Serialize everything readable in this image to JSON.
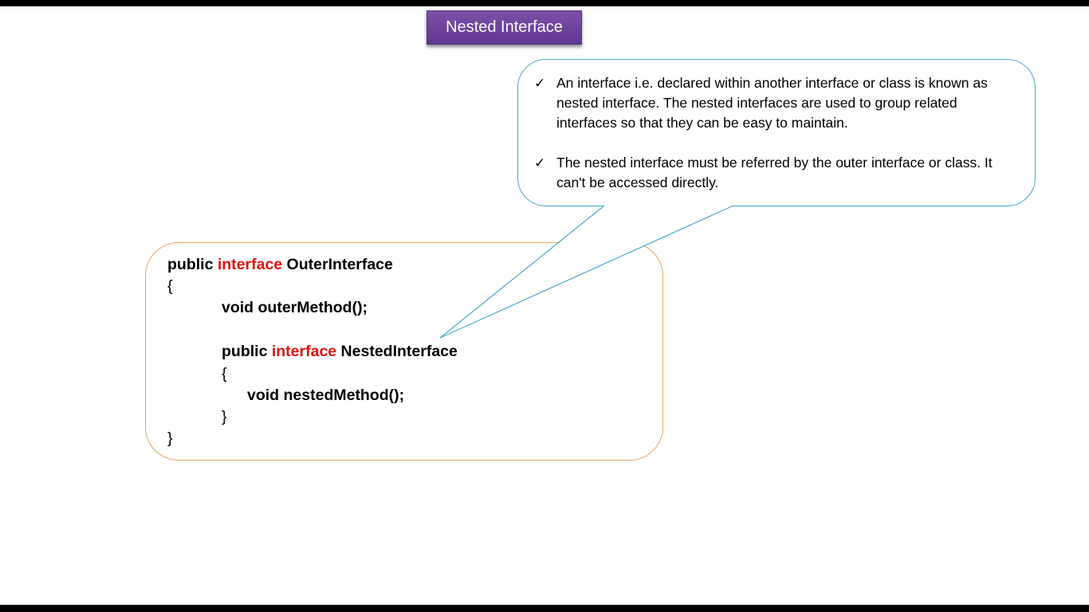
{
  "slide": {
    "title": "Nested Interface"
  },
  "callout": {
    "bullets": [
      "An interface i.e. declared within another interface or class is known as nested interface. The nested interfaces are used to group related interfaces so that they can be easy to maintain.",
      "The nested interface must be referred by the outer interface or class. It can't be accessed directly."
    ],
    "check_glyph": "✓"
  },
  "code": {
    "line1": {
      "pre": "public ",
      "kw": "interface",
      "post": " OuterInterface"
    },
    "line2": "{",
    "line3": "void outerMethod();",
    "line4": {
      "pre": "public ",
      "kw": "interface",
      "post": " NestedInterface"
    },
    "line5": "{",
    "line6": "void nestedMethod();",
    "line7": "}",
    "line8": "}"
  },
  "colors": {
    "title_bg": "#6a3f9a",
    "keyword": "#e0140c",
    "code_border": "#f0a25a",
    "callout_border": "#4aaac8"
  }
}
